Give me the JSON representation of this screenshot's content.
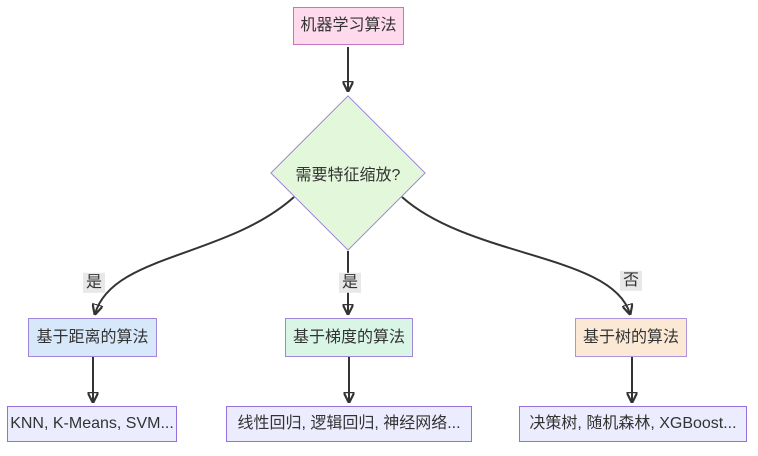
{
  "diagram": {
    "type": "flowchart",
    "background_color": "#ffffff",
    "line_color": "#333333",
    "text_color": "#333333",
    "edge_label_bg": "#e8e8e8",
    "nodes": {
      "root": {
        "label": "机器学习算法",
        "fill": "#ffd9ec",
        "border": "#c573c5",
        "shape": "rect"
      },
      "decision": {
        "label": "需要特征缩放?",
        "fill": "#e3f7da",
        "border": "#9f86d8",
        "shape": "diamond"
      },
      "distance": {
        "label": "基于距离的算法",
        "fill": "#d7e8fb",
        "border": "#9e86d8",
        "shape": "rect"
      },
      "gradient": {
        "label": "基于梯度的算法",
        "fill": "#d8f5e6",
        "border": "#9e86d8",
        "shape": "rect"
      },
      "tree": {
        "label": "基于树的算法",
        "fill": "#fbe9d6",
        "border": "#ad94da",
        "shape": "rect"
      },
      "distance_examples": {
        "label": "KNN, K-Means, SVM...",
        "fill": "#ececff",
        "border": "#9370db",
        "shape": "rect"
      },
      "gradient_examples": {
        "label": "线性回归, 逻辑回归, 神经网络...",
        "fill": "#ececff",
        "border": "#9370db",
        "shape": "rect"
      },
      "tree_examples": {
        "label": "决策树, 随机森林, XGBoost...",
        "fill": "#ececff",
        "border": "#9370db",
        "shape": "rect"
      }
    },
    "edges": [
      {
        "from": "root",
        "to": "decision",
        "label": ""
      },
      {
        "from": "decision",
        "to": "distance",
        "label": "是"
      },
      {
        "from": "decision",
        "to": "gradient",
        "label": "是"
      },
      {
        "from": "decision",
        "to": "tree",
        "label": "否"
      },
      {
        "from": "distance",
        "to": "distance_examples",
        "label": ""
      },
      {
        "from": "gradient",
        "to": "gradient_examples",
        "label": ""
      },
      {
        "from": "tree",
        "to": "tree_examples",
        "label": ""
      }
    ],
    "edge_labels": {
      "yes_left": "是",
      "yes_mid": "是",
      "no_right": "否"
    }
  }
}
